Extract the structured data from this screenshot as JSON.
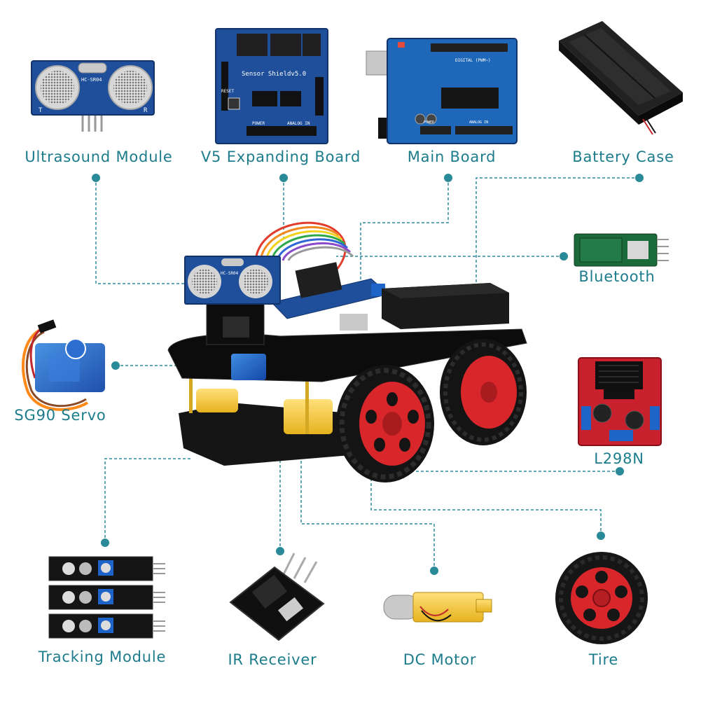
{
  "colors": {
    "accent": "#1d7c8c",
    "connector": "#2a8a98",
    "pcb_blue": "#1f4f9a",
    "pcb_red": "#c8202c",
    "wheel_red": "#d8262b",
    "motor_yellow": "#f2c838"
  },
  "labels": {
    "ultrasound": "Ultrasound Module",
    "expanding_board": "V5 Expanding Board",
    "main_board": "Main Board",
    "battery_case": "Battery Case",
    "bluetooth": "Bluetooth",
    "servo": "SG90 Servo",
    "l298n": "L298N",
    "tracking": "Tracking Module",
    "ir_receiver": "IR Receiver",
    "dc_motor": "DC Motor",
    "tire": "Tire"
  },
  "silkscreen": {
    "ultrasound_model": "HC-SR04",
    "ultrasound_t": "T",
    "ultrasound_r": "R",
    "shield_name": "Sensor Shieldv5.0",
    "shield_reset": "RESET",
    "shield_power": "POWER",
    "shield_analog": "ANALOG IN",
    "mainboard_digital": "DIGITAL (PWM~)",
    "mainboard_power": "POWER",
    "mainboard_analog": "ANALOG IN",
    "car_sensor_model": "HC-SR04"
  },
  "icons": [
    "ultrasound-module-icon",
    "expansion-board-icon",
    "main-board-icon",
    "battery-case-icon",
    "bluetooth-module-icon",
    "servo-icon",
    "motor-driver-icon",
    "tracking-module-icon",
    "ir-receiver-icon",
    "dc-motor-icon",
    "tire-icon",
    "robot-car-icon"
  ]
}
